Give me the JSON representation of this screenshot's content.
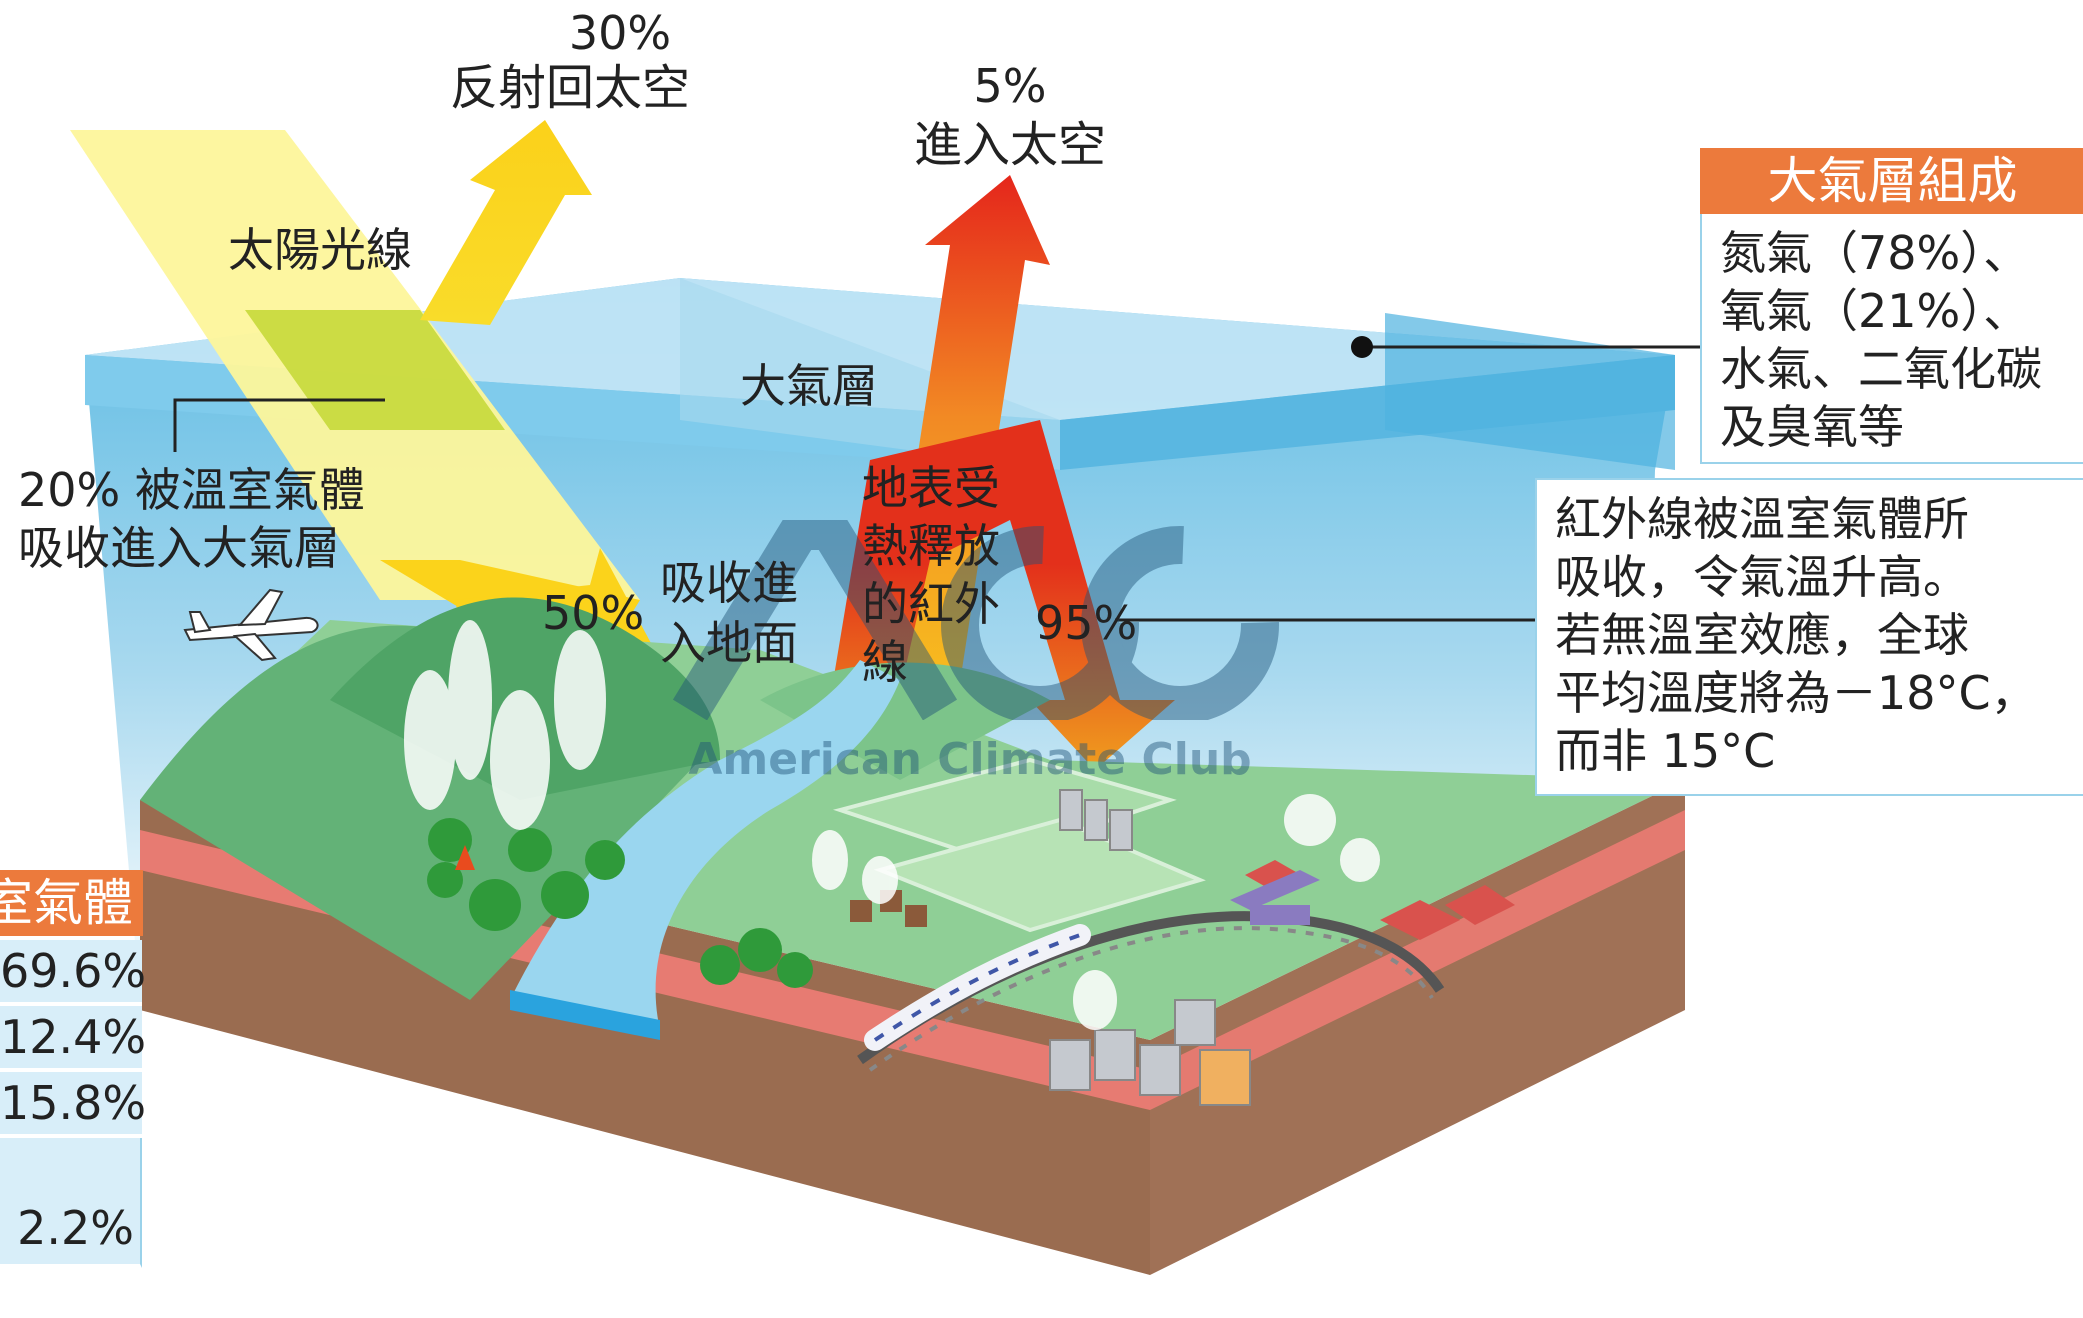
{
  "labels": {
    "reflect_pct": "30%",
    "reflect_text": "反射回太空",
    "space_pct": "5%",
    "space_text": "進入太空",
    "sunlight": "太陽光線",
    "atmosphere": "大氣層",
    "absorbed_20_line1": "20% 被溫室氣體",
    "absorbed_20_line2": "吸收進入大氣層",
    "ground_pct": "50%",
    "ground_text_line1": "吸收進",
    "ground_text_line2": "入地面",
    "ir_line1": "地表受",
    "ir_line2": "熱釋放",
    "ir_line3": "的紅外",
    "ir_line4": "線",
    "ir_pct": "95%"
  },
  "composition_panel": {
    "title": "大氣層組成",
    "lines": [
      "氮氣（78%）、",
      "氧氣（21%）、",
      "水氣、二氧化碳",
      "及臭氧等"
    ]
  },
  "infrared_note": {
    "lines": [
      "紅外線被溫室氣體所",
      "吸收，令氣溫升高。",
      "若無溫室效應，全球",
      "平均溫度將為－18°C，",
      "而非 15°C"
    ]
  },
  "greenhouse_panel": {
    "title": "室氣體",
    "values": [
      "69.6%",
      "12.4%",
      "15.8%",
      "2.2%"
    ]
  },
  "watermark": {
    "logo": "ACC",
    "text": "American Climate Club"
  },
  "colors": {
    "sun_yellow": "#fdf38a",
    "arrow_yellow": "#fbd31b",
    "arrow_red": "#e8341c",
    "atmosphere_blue": "#62bde4",
    "panel_orange": "#ec7a3c",
    "panel_border": "#9ad2ea"
  }
}
